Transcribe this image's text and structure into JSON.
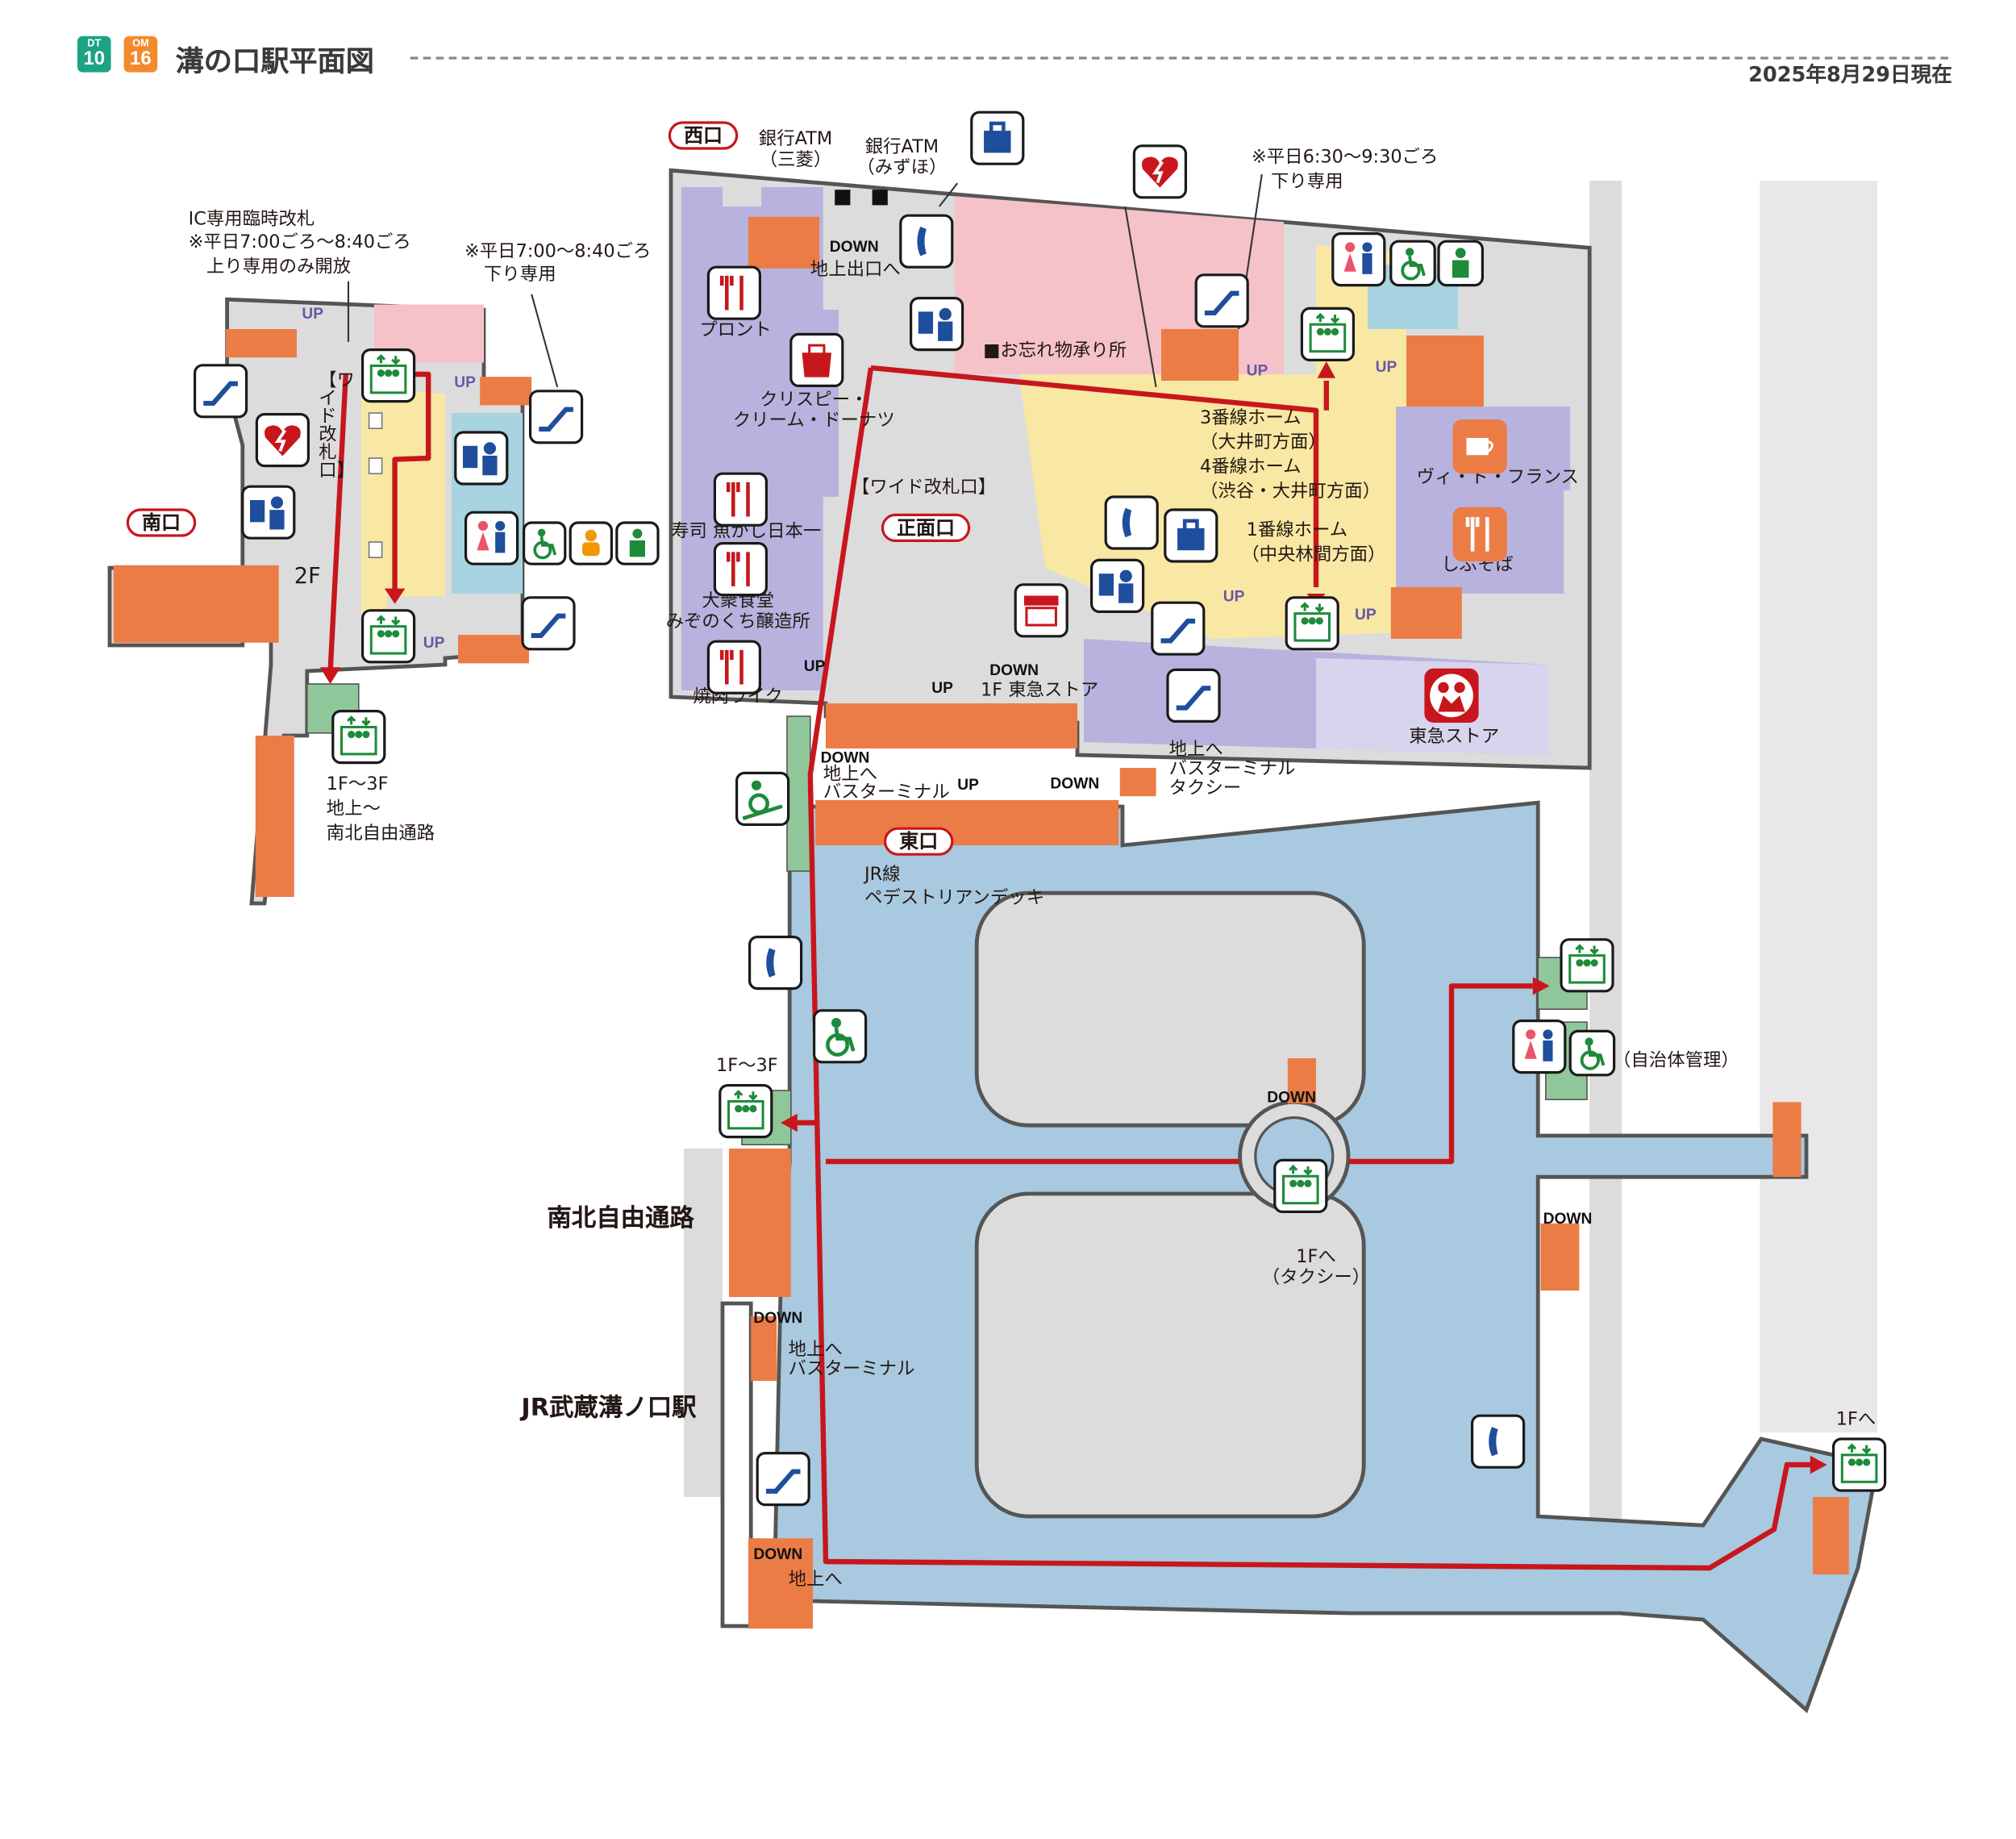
{
  "header": {
    "line_badges": [
      {
        "line": "DT",
        "number": "10",
        "color": "#1aa384"
      },
      {
        "line": "OM",
        "number": "16",
        "color": "#f28a2e"
      }
    ],
    "title": "溝の口駅平面図",
    "as_of": "2025年8月29日現在"
  },
  "colors": {
    "concourse": "#f8e8a3",
    "shops_purple": "#b7b3de",
    "shops_pink": "#f4c2c8",
    "deck_blue": "#a8c9df",
    "stairs_orange": "#ec7c45",
    "route_red": "#c8161d",
    "up_purple": "#6a57a5",
    "corridor_gray": "#dcdcdc",
    "elevator_green": "#1d8b3a",
    "phone_blue": "#1f4e9c"
  },
  "entrances": {
    "west": "西口",
    "south": "南口",
    "front": "正面口",
    "east": "東口"
  },
  "left_area": {
    "ic_gate_1": "IC専用臨時改札",
    "ic_gate_2": "※平日7:00ごろ～8:40ごろ",
    "ic_gate_3": "上り専用のみ開放",
    "down_only_1": "※平日7:00～8:40ごろ",
    "down_only_2": "下り専用",
    "wide_gate_vertical": "【ワイド改札口】",
    "floor": "2F",
    "elevator_1": "1F～3F",
    "elevator_2": "地上～",
    "elevator_3": "南北自由通路",
    "up_1": "UP",
    "up_2": "UP",
    "up_3": "UP"
  },
  "main_area": {
    "atm_mitsubishi_1": "銀行ATM",
    "atm_mitsubishi_2": "（三菱）",
    "atm_mizuho_1": "銀行ATM",
    "atm_mizuho_2": "（みずほ）",
    "down_exit_arrow": "DOWN",
    "down_exit_label": "地上出口へ",
    "lost_found": "■お忘れ物承り所",
    "weekday_note_1": "※平日6:30～9:30ごろ",
    "weekday_note_2": "下り専用",
    "front_shop": "プロント",
    "krispy_1": "クリスピー・",
    "krispy_2": "クリーム・ドーナツ",
    "wide_gate": "【ワイド改札口】",
    "sushi": "寿司 魚がし日本一",
    "shokudo_1": "大衆食堂",
    "shokudo_2": "みぞのくち醸造所",
    "yakiniku": "焼肉ライク",
    "platform_3": "3番線ホーム",
    "platform_3_dir": "（大井町方面）",
    "platform_4": "4番線ホーム",
    "platform_4_dir": "（渋谷・大井町方面）",
    "platform_1": "1番線ホーム",
    "platform_1_dir": "（中央林間方面）",
    "vie_de_france": "ヴィ・ド・フランス",
    "shibusoba": "しぶそば",
    "tokyu_store": "東急ストア",
    "tokyu_store_1f": "1F 東急ストア",
    "up_a": "UP",
    "up_b": "UP",
    "up_c": "UP",
    "up_d": "UP",
    "up_e": "UP",
    "up_f": "UP",
    "down_a": "DOWN",
    "down_b": "DOWN",
    "down_c": "DOWN",
    "ground_bus_1": "地上へ",
    "ground_bus_2": "バスターミナル",
    "ground_taxi_1": "地上へ",
    "ground_taxi_2": "バスターミナル",
    "ground_taxi_3": "タクシー",
    "jr_deck_1": "JR線",
    "jr_deck_2": "ペデストリアンデッキ"
  },
  "lower_area": {
    "elevator_1f3f": "1F～3F",
    "free_passage": "南北自由通路",
    "jr_station": "JR武蔵溝ノ口駅",
    "down_d": "DOWN",
    "down_e": "DOWN",
    "down_f": "DOWN",
    "down_g": "DOWN",
    "bus_1": "地上へ",
    "bus_2": "バスターミナル",
    "ground_only": "地上へ",
    "center_elev_1": "1Fへ",
    "center_elev_2": "（タクシー）",
    "municipal": "（自治体管理）",
    "right_elev": "1Fへ"
  }
}
